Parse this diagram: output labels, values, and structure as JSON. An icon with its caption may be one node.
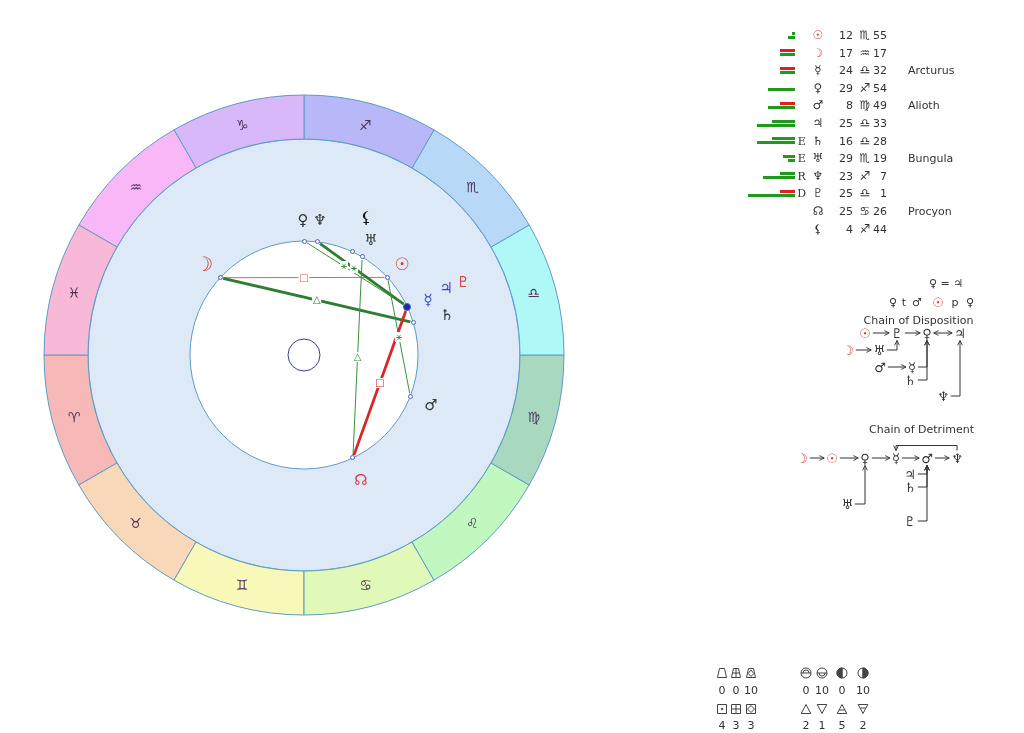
{
  "diagram": {
    "nodes": [
      {
        "text": [
          "♈"
        ]
      },
      {
        "text": [
          "♉"
        ]
      },
      {
        "text": [
          "♊"
        ]
      },
      {
        "text": [
          "♋"
        ]
      },
      {
        "text": [
          "♌"
        ]
      },
      {
        "text": [
          "♍"
        ]
      },
      {
        "text": [
          "♎"
        ]
      },
      {
        "text": [
          "♏"
        ]
      },
      {
        "text": [
          "♐"
        ]
      },
      {
        "text": [
          "♑"
        ]
      },
      {
        "text": [
          "♒"
        ]
      },
      {
        "text": [
          "♓"
        ]
      },
      {
        "text": [],
        "shape": "circle",
        "beside": [
          "☽"
        ]
      },
      {
        "text": [],
        "shape": "circle",
        "beside": [
          "♀"
        ]
      },
      {
        "text": [],
        "shape": "circle",
        "beside": [
          "♆"
        ]
      },
      {
        "text": [],
        "shape": "circle",
        "beside": [
          "⚸"
        ]
      },
      {
        "text": [],
        "shape": "circle",
        "beside": [
          "♅"
        ]
      },
      {
        "text": [],
        "shape": "circle",
        "beside": [
          "☉"
        ]
      },
      {
        "text": [],
        "shape": "circle",
        "beside": [
          "☿",
          "♃",
          "♇"
        ]
      },
      {
        "text": [],
        "shape": "circle",
        "beside": [
          "♄"
        ]
      },
      {
        "text": [],
        "shape": "circle",
        "beside": [
          "♂"
        ]
      },
      {
        "text": [],
        "shape": "circle",
        "beside": [
          "☊"
        ]
      },
      {
        "text": [
          "☉"
        ]
      },
      {
        "text": [
          "♇"
        ]
      },
      {
        "text": [
          "♀"
        ]
      },
      {
        "text": [
          "♃"
        ]
      },
      {
        "text": [
          "☽"
        ]
      },
      {
        "text": [
          "♅"
        ]
      },
      {
        "text": [
          "♂"
        ]
      },
      {
        "text": [
          "☿"
        ]
      },
      {
        "text": [
          "♄"
        ]
      },
      {
        "text": [
          "♆"
        ]
      },
      {
        "text": [
          "☽"
        ]
      },
      {
        "text": [
          "☉"
        ]
      },
      {
        "text": [
          "♀"
        ]
      },
      {
        "text": [
          "☿"
        ]
      },
      {
        "text": [
          "♂"
        ]
      },
      {
        "text": [
          "♆"
        ]
      },
      {
        "text": [
          "♃"
        ]
      },
      {
        "text": [
          "♄"
        ]
      },
      {
        "text": [
          "♅"
        ]
      },
      {
        "text": [
          "♇"
        ]
      }
    ],
    "edges": [
      {
        "from": 12,
        "to": 17,
        "arrow": "none",
        "label": "□",
        "color": "#e06060"
      },
      {
        "from": 12,
        "to": 19,
        "arrow": "none",
        "label": "△",
        "style": "thick",
        "color": "#2e7d32"
      },
      {
        "from": 13,
        "to": 18,
        "arrow": "none",
        "label": "⚹",
        "color": "#3d9140"
      },
      {
        "from": 14,
        "to": 18,
        "arrow": "none",
        "label": "⚹",
        "style": "thick",
        "color": "#2e7d32"
      },
      {
        "from": 16,
        "to": 21,
        "arrow": "none",
        "label": "△",
        "color": "#3d9140"
      },
      {
        "from": 17,
        "to": 20,
        "arrow": "none",
        "label": "⚹",
        "color": "#3d9140"
      },
      {
        "from": 18,
        "to": 21,
        "arrow": "none",
        "label": "□",
        "style": "thick",
        "color": "#d62828"
      },
      {
        "from": 22,
        "to": 23,
        "arrow": "to"
      },
      {
        "from": 23,
        "to": 24,
        "arrow": "to"
      },
      {
        "from": 24,
        "to": 25,
        "arrow": "both"
      },
      {
        "from": 26,
        "to": 27,
        "arrow": "to"
      },
      {
        "from": 27,
        "to": 23,
        "arrow": "to"
      },
      {
        "from": 28,
        "to": 29,
        "arrow": "to"
      },
      {
        "from": 29,
        "to": 24,
        "arrow": "to"
      },
      {
        "from": 30,
        "to": 24,
        "arrow": "to"
      },
      {
        "from": 31,
        "to": 25,
        "arrow": "to"
      },
      {
        "from": 32,
        "to": 33,
        "arrow": "to"
      },
      {
        "from": 33,
        "to": 34,
        "arrow": "to"
      },
      {
        "from": 34,
        "to": 35,
        "arrow": "to"
      },
      {
        "from": 35,
        "to": 36,
        "arrow": "to"
      },
      {
        "from": 36,
        "to": 37,
        "arrow": "to"
      },
      {
        "from": 37,
        "to": 35,
        "arrow": "to"
      },
      {
        "from": 40,
        "to": 34,
        "arrow": "to"
      },
      {
        "from": 38,
        "to": 36,
        "arrow": "to"
      },
      {
        "from": 39,
        "to": 36,
        "arrow": "to"
      },
      {
        "from": 41,
        "to": 36,
        "arrow": "to"
      }
    ],
    "labels": [
      "☉",
      "12",
      "♏",
      "55",
      "☽",
      "17",
      "♒",
      "17",
      "☿",
      "24",
      "♎",
      "32",
      "Arcturus",
      "♀",
      "29",
      "♐",
      "54",
      "♂",
      "8",
      "♍",
      "49",
      "Alioth",
      "♃",
      "25",
      "♎",
      "33",
      "E",
      "♄",
      "16",
      "♎",
      "28",
      "E",
      "♅",
      "29",
      "♏",
      "19",
      "Bungula",
      "R",
      "♆",
      "23",
      "♐",
      "7",
      "D",
      "♇",
      "25",
      "♎",
      "1",
      "☊",
      "25",
      "♋",
      "26",
      "Procyon",
      "⚸",
      "4",
      "♐",
      "44",
      "♀ = ♃",
      "♀",
      "t",
      "♂",
      "☉",
      "p",
      "♀",
      "Chain of Disposition",
      "Chain of Detriment",
      "0",
      "0",
      "10",
      "0",
      "10",
      "0",
      "10",
      "4",
      "3",
      "3",
      "2",
      "1",
      "5",
      "2"
    ]
  }
}
